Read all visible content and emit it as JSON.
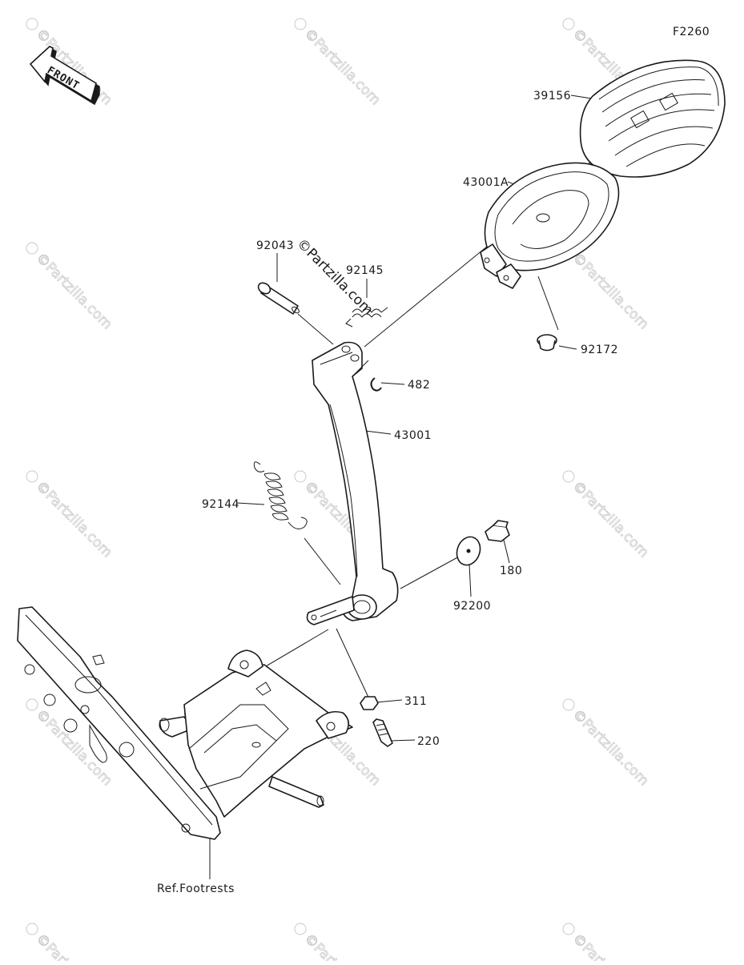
{
  "diagram": {
    "figure_code": "F2260",
    "front_arrow_label": "FRONT",
    "watermark_text": "©Partzilla.com",
    "ref_label": "Ref.Footrests",
    "parts": {
      "p39156": "39156",
      "p43001A": "43001A",
      "p92043": "92043",
      "p92145": "92145",
      "p92172": "92172",
      "p482": "482",
      "p43001": "43001",
      "p92144": "92144",
      "p180": "180",
      "p92200": "92200",
      "p311": "311",
      "p220": "220"
    }
  },
  "colors": {
    "line": "#1a1a1a",
    "watermark": "#c9c9c9",
    "background": "#ffffff"
  }
}
